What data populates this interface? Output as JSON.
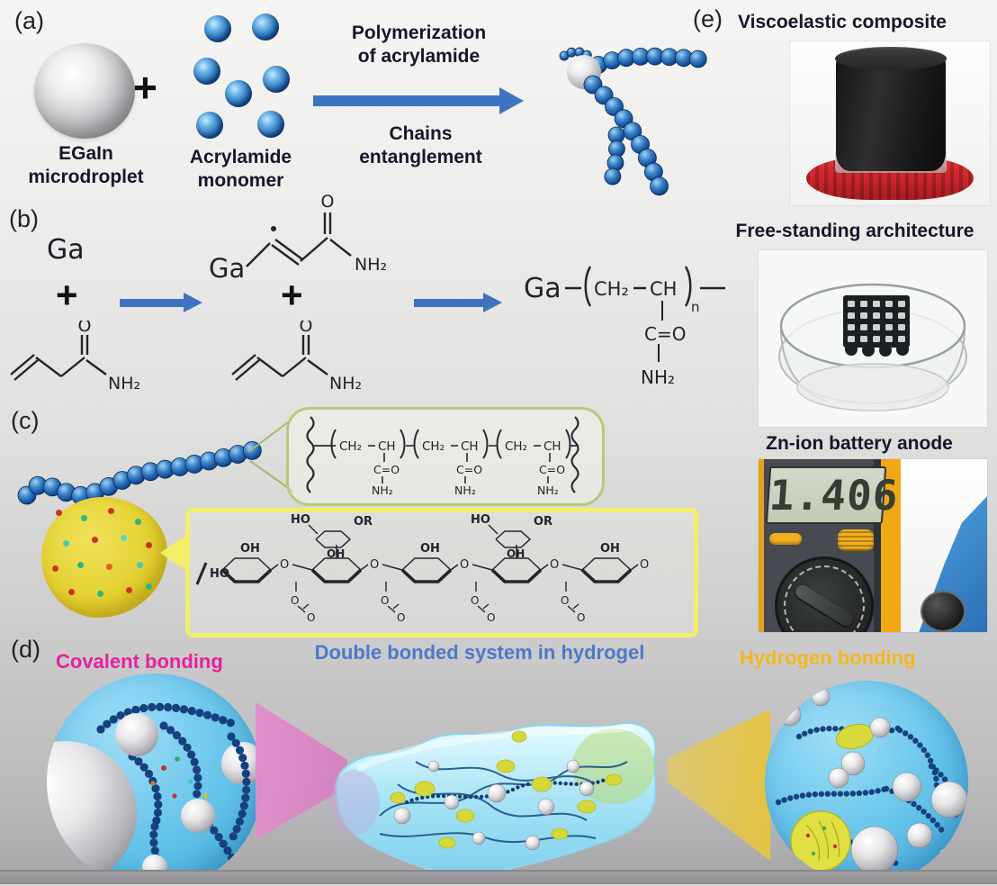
{
  "colors": {
    "arrow_blue": "#3e74bf",
    "covalent_magenta": "#e6219f",
    "heading_blue": "#4e79c8",
    "hydrogen_yellow": "#f2b71c",
    "bead_blue": "#16529e",
    "red_cap": "#cc272d"
  },
  "panel_a": {
    "label": "(a)",
    "plus": "+",
    "egain_caption": "EGaIn\nmicrodroplet",
    "monomer_caption": "Acrylamide\nmonomer",
    "arrow_top": "Polymerization\nof acrylamide",
    "arrow_bottom": "Chains\nentanglement"
  },
  "panel_b": {
    "label": "(b)",
    "ga": "Ga",
    "plus": "+",
    "o": "O",
    "nh2": "NH₂",
    "product": {
      "ga": "Ga",
      "ch2": "CH₂",
      "ch": "CH",
      "n": "n",
      "co": "C=O",
      "nh2": "NH₂"
    }
  },
  "panel_c": {
    "label": "(c)",
    "pam_unit": {
      "ch2": "CH₂",
      "ch": "CH",
      "co": "C=O",
      "nh2": "NH₂"
    },
    "sugar": {
      "ho": "HO",
      "oh": "OH",
      "or": "OR",
      "o": "O"
    }
  },
  "panel_d": {
    "label": "(d)",
    "covalent": "Covalent bonding",
    "double_bond": "Double bonded system in hydrogel",
    "hydrogen": "Hydrogen bonding"
  },
  "panel_e": {
    "label": "(e)",
    "viscoelastic": "Viscoelastic composite",
    "freestanding": "Free-standing architecture",
    "znion": "Zn-ion battery anode",
    "multimeter_reading": "1.406"
  }
}
